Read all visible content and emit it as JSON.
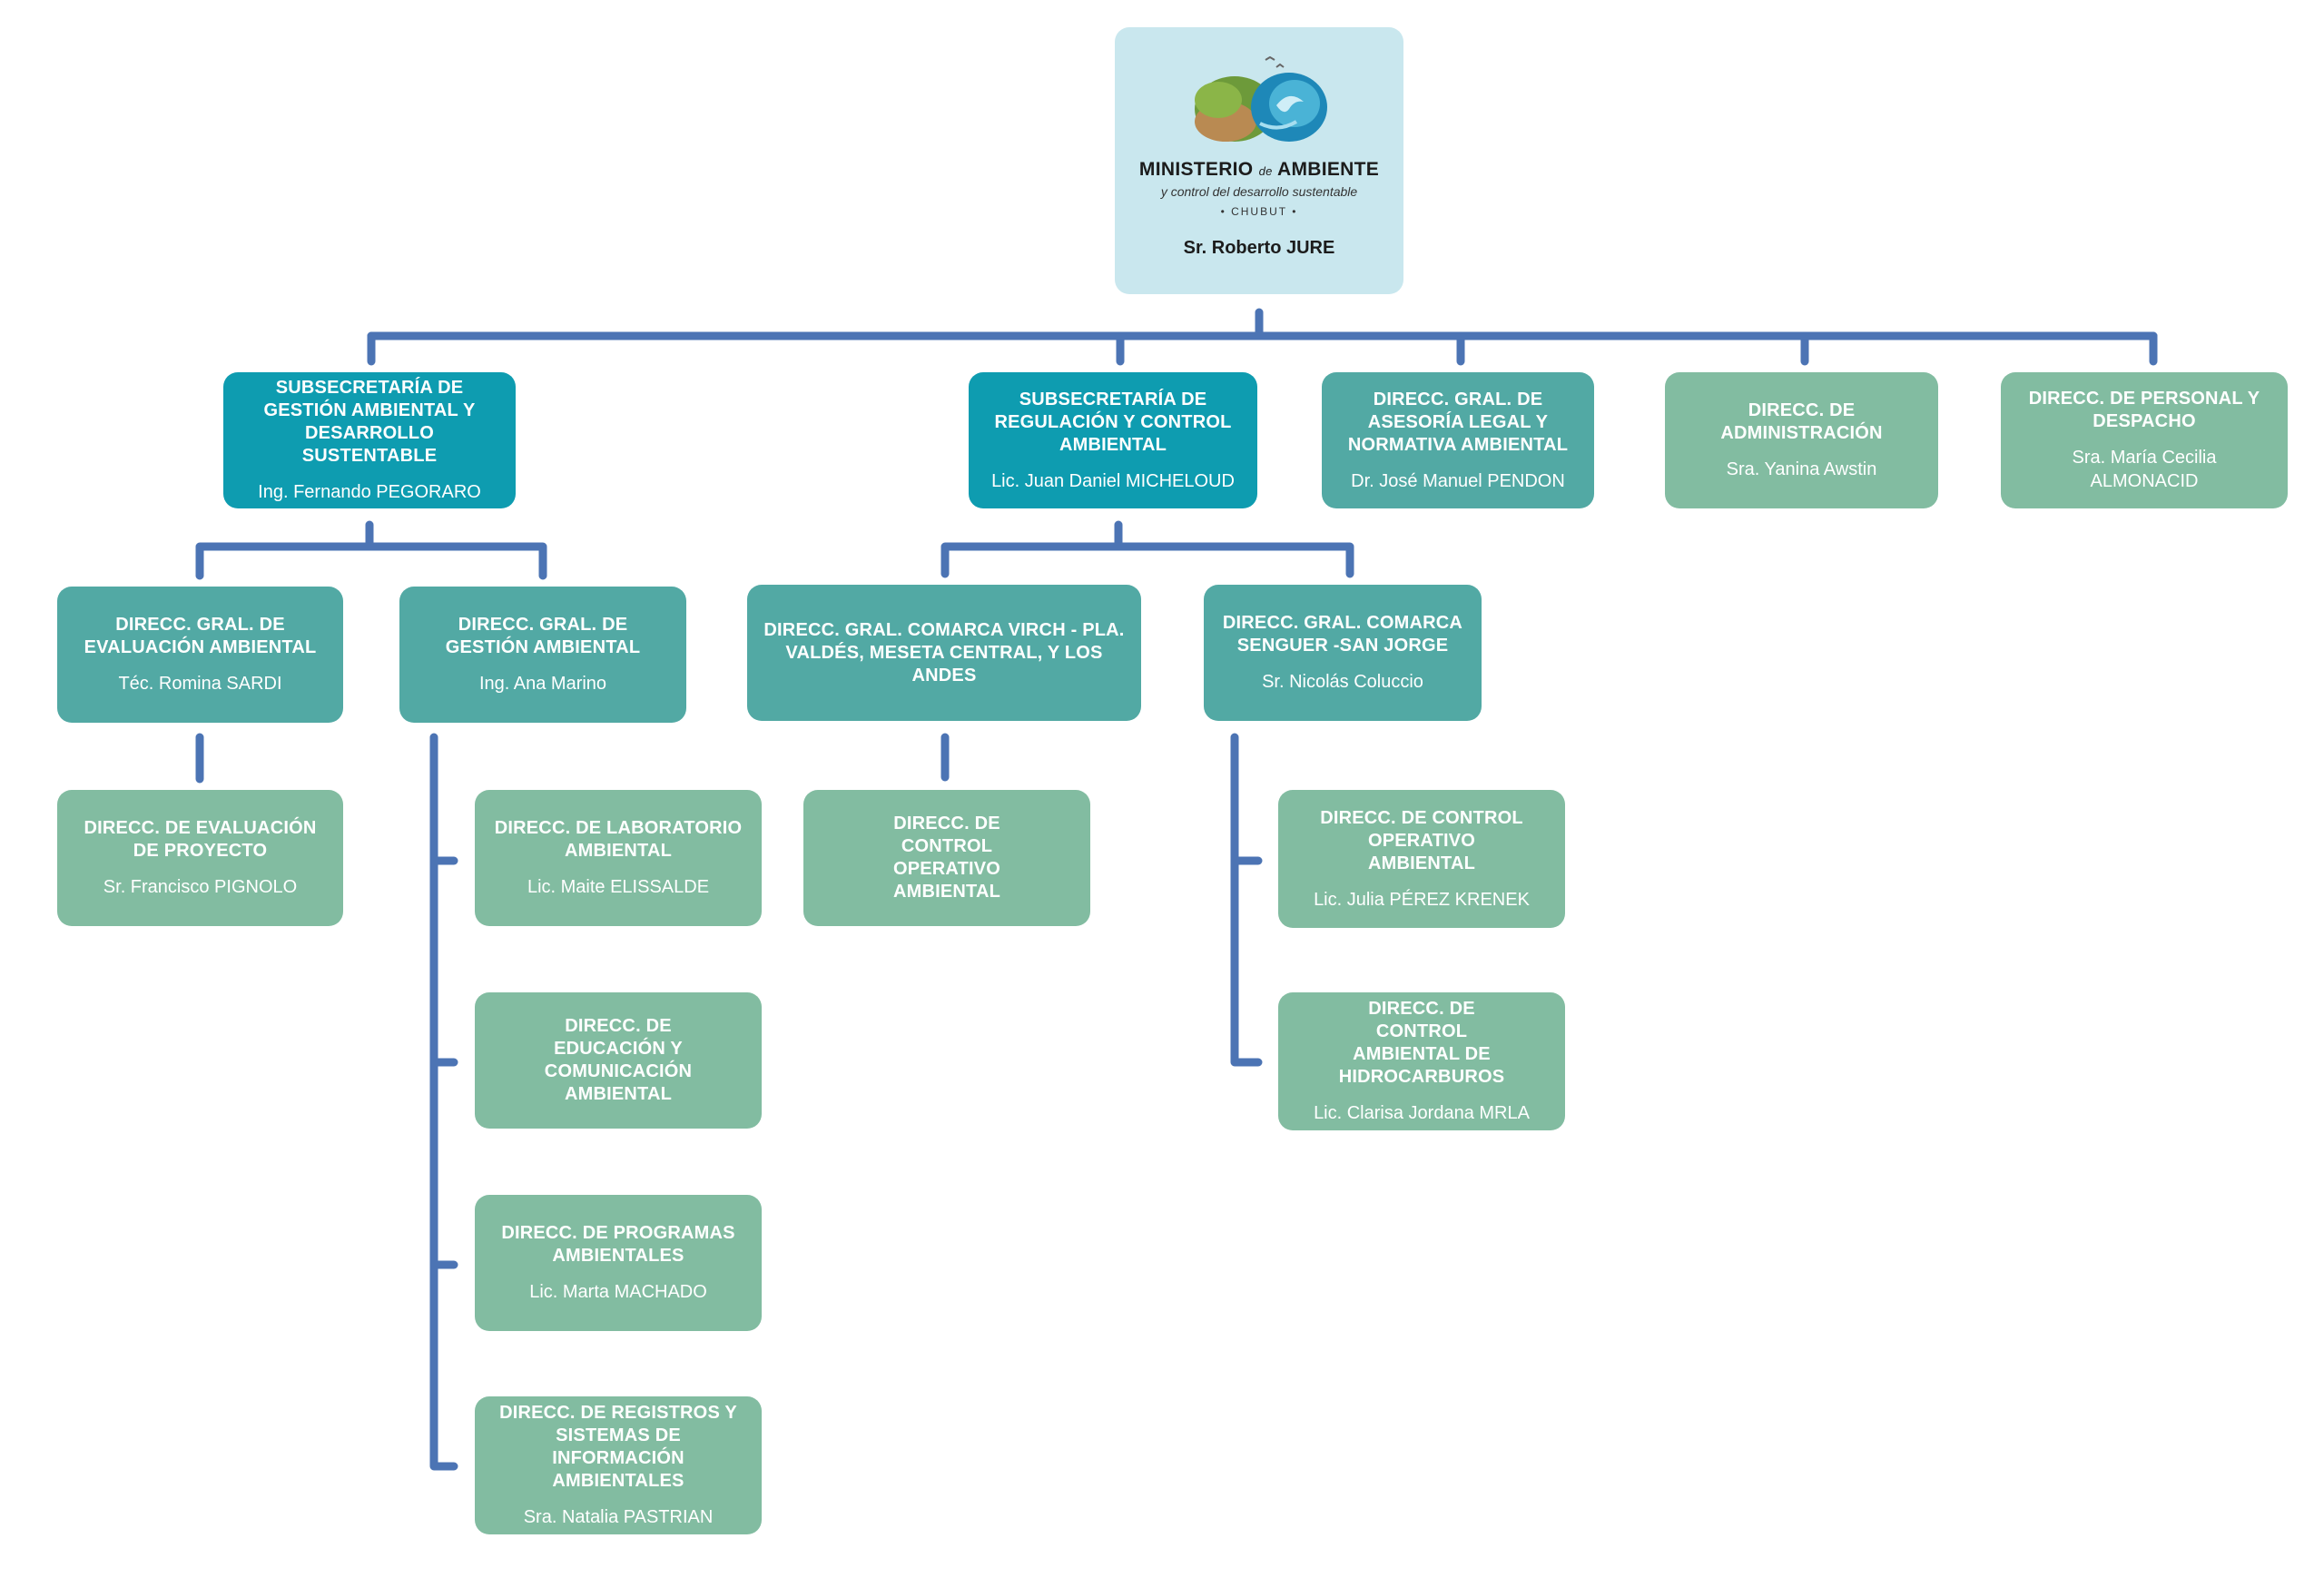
{
  "colors": {
    "connector": "#4c74b4",
    "top_card": "#c9e7ee",
    "subsecretaria": "#0e9cb0",
    "direccion_general": "#52a9a4",
    "direccion": "#82bca1"
  },
  "ministry": {
    "logo_icon": "ministry-logo-icon",
    "name_part1": "MINISTERIO",
    "name_de": "de",
    "name_part2": "AMBIENTE",
    "subtitle": "y control del desarrollo sustentable",
    "province": "• CHUBUT •",
    "minister": "Sr. Roberto JURE"
  },
  "subsecretarias": {
    "gestion": {
      "title": "SUBSECRETARÍA DE GESTIÓN AMBIENTAL Y DESARROLLO SUSTENTABLE",
      "person": "Ing. Fernando PEGORARO"
    },
    "regulacion": {
      "title": "SUBSECRETARÍA DE REGULACIÓN Y CONTROL AMBIENTAL",
      "person": "Lic. Juan Daniel MICHELOUD"
    }
  },
  "top_direcciones": {
    "asesoria": {
      "title": "DIRECC. GRAL. DE ASESORÍA LEGAL Y NORMATIVA AMBIENTAL",
      "person": "Dr. José Manuel PENDON"
    },
    "administracion": {
      "title": "DIRECC. DE ADMINISTRACIÓN",
      "person": "Sra. Yanina Awstin"
    },
    "personal": {
      "title": "DIRECC. DE PERSONAL Y DESPACHO",
      "person": "Sra. María Cecilia ALMONACID"
    }
  },
  "direcciones_generales": {
    "evaluacion": {
      "title": "DIRECC. GRAL. DE EVALUACIÓN AMBIENTAL",
      "person": "Téc. Romina SARDI"
    },
    "gestion_ambiental": {
      "title": "DIRECC. GRAL. DE GESTIÓN AMBIENTAL",
      "person": "Ing. Ana Marino"
    },
    "comarca_virch": {
      "title": "DIRECC. GRAL. COMARCA VIRCH - PLA. VALDÉS, MESETA CENTRAL, Y LOS ANDES"
    },
    "comarca_senguer": {
      "title": "DIRECC. GRAL. COMARCA SENGUER -SAN JORGE",
      "person": "Sr. Nicolás Coluccio"
    }
  },
  "direcciones": {
    "evaluacion_proyecto": {
      "title": "DIRECC. DE EVALUACIÓN DE PROYECTO",
      "person": "Sr. Francisco PIGNOLO"
    },
    "laboratorio": {
      "title": "DIRECC. DE LABORATORIO AMBIENTAL",
      "person": "Lic. Maite ELISSALDE"
    },
    "educacion": {
      "title": "DIRECC. DE EDUCACIÓN Y COMUNICACIÓN AMBIENTAL"
    },
    "programas": {
      "title": "DIRECC. DE PROGRAMAS AMBIENTALES",
      "person": "Lic. Marta MACHADO"
    },
    "registros": {
      "title": "DIRECC. DE REGISTROS Y SISTEMAS DE INFORMACIÓN AMBIENTALES",
      "person": "Sra. Natalia PASTRIAN"
    },
    "control_operativo_virch": {
      "title": "DIRECC. DE CONTROL OPERATIVO AMBIENTAL"
    },
    "control_operativo_senguer": {
      "title": "DIRECC. DE CONTROL OPERATIVO AMBIENTAL",
      "person": "Lic. Julia PÉREZ KRENEK"
    },
    "hidrocarburos": {
      "title": "DIRECC. DE CONTROL AMBIENTAL DE HIDROCARBUROS",
      "person": "Lic. Clarisa Jordana MRLA"
    }
  }
}
